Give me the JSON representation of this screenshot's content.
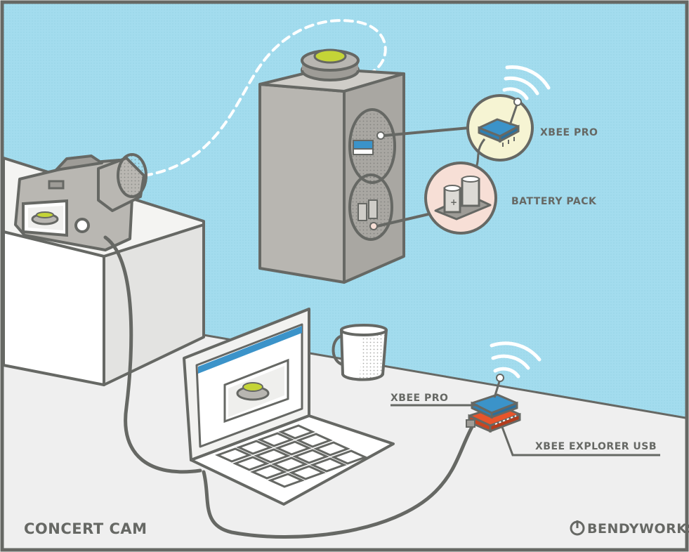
{
  "title": "CONCERT CAM",
  "brand": "BENDYWORKS",
  "labels": {
    "xbee_pro_top": "XBEE PRO",
    "battery_pack": "BATTERY PACK",
    "xbee_pro_bottom": "XBEE PRO",
    "xbee_explorer_usb": "XBEE EXPLORER USB"
  },
  "colors": {
    "sky": "#a3dcee",
    "outline": "#666864",
    "speaker": "#b8b6b1",
    "button_lime": "#c4d437",
    "xbee_blue": "#3b93c9",
    "explorer_orange": "#e8552b",
    "xbee_circle": "#f6f4d3",
    "battery_circle": "#f7dfd6",
    "floor": "#ededed"
  },
  "icons": [
    "camera-icon",
    "speaker-icon",
    "laptop-icon",
    "mug-icon",
    "wifi-icon",
    "battery-icon",
    "xbee-chip-icon",
    "bendyworks-logo-icon"
  ]
}
